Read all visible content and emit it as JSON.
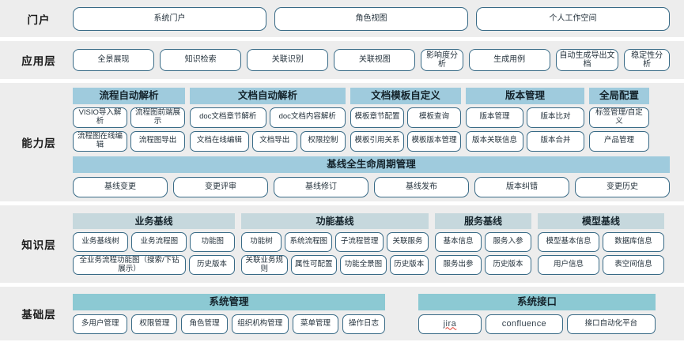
{
  "layers": [
    {
      "id": "portal",
      "label": "门户",
      "buttons": [
        "系统门户",
        "角色视图",
        "个人工作空间"
      ]
    },
    {
      "id": "application",
      "label": "应用层",
      "buttons": [
        "全景展现",
        "知识检索",
        "关联识别",
        "关联视图",
        "影响度分析",
        "生成用例",
        "自动生成导出文档",
        "稳定性分析"
      ]
    },
    {
      "id": "capability",
      "label": "能力层",
      "groups": [
        {
          "title": "流程自动解析",
          "row1": [
            "VISIO导入解析",
            "流程图前端展示"
          ],
          "row2": [
            "流程图在线编辑",
            "流程图导出"
          ]
        },
        {
          "title": "文档自动解析",
          "row1": [
            "doc文档章节解析",
            "doc文档内容解析"
          ],
          "row2": [
            "文档在线编辑",
            "文档导出",
            "权限控制"
          ]
        },
        {
          "title": "文档模板自定义",
          "row1": [
            "模板章节配置",
            "模板查询"
          ],
          "row2": [
            "模板引用关系",
            "模板版本管理"
          ]
        },
        {
          "title": "版本管理",
          "row1": [
            "版本管理",
            "版本比对"
          ],
          "row2": [
            "版本关联信息",
            "版本合并"
          ]
        },
        {
          "title": "全局配置",
          "row1": [
            "标签管理/自定义"
          ],
          "row2": [
            "产品管理"
          ]
        }
      ],
      "baseline": {
        "title": "基线全生命周期管理",
        "items": [
          "基线变更",
          "变更评审",
          "基线修订",
          "基线发布",
          "版本纠错",
          "变更历史"
        ]
      }
    },
    {
      "id": "knowledge",
      "label": "知识层",
      "groups": [
        {
          "title": "业务基线",
          "row1": [
            "业务基线树",
            "业务流程图",
            "功能图"
          ],
          "row2": [
            "全业务流程功能图（搜索/下钻展示）",
            "历史版本"
          ]
        },
        {
          "title": "功能基线",
          "row1": [
            "功能树",
            "系统流程图",
            "子流程管理",
            "关联服务"
          ],
          "row2": [
            "关联业务规则",
            "属性可配置",
            "功能全景图",
            "历史版本"
          ]
        },
        {
          "title": "服务基线",
          "row1": [
            "基本信息",
            "服务入参"
          ],
          "row2": [
            "服务出参",
            "历史版本"
          ]
        },
        {
          "title": "模型基线",
          "row1": [
            "模型基本信息",
            "数据库信息"
          ],
          "row2": [
            "用户信息",
            "表空间信息"
          ]
        }
      ]
    },
    {
      "id": "foundation",
      "label": "基础层",
      "groups": [
        {
          "title": "系统管理",
          "items": [
            "多用户管理",
            "权限管理",
            "角色管理",
            "组织机构管理",
            "菜单管理",
            "操作日志"
          ]
        },
        {
          "title": "系统接口",
          "items": [
            "jira",
            "confluence",
            "接口自动化平台"
          ]
        }
      ]
    }
  ],
  "colors": {
    "band_background": "#ededed",
    "pill_border": "#386a86",
    "capability_header": "#9fcbdd",
    "knowledge_header": "#c6d8dd",
    "foundation_header": "#8cc9d3",
    "spellcheck_underline": "#e03e2d"
  }
}
